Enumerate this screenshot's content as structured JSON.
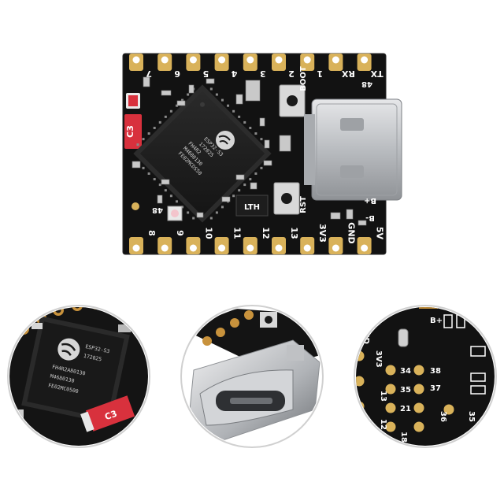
{
  "board": {
    "top_pins": [
      "7",
      "6",
      "5",
      "4",
      "3",
      "2",
      "1",
      "RX",
      "TX"
    ],
    "bottom_pins": [
      "8",
      "9",
      "10",
      "11",
      "12",
      "13",
      "3V3",
      "GND",
      "5V"
    ],
    "silk": {
      "boot": "BOOT",
      "rst": "RST",
      "c3": "C3",
      "pin48": "48",
      "pin48_right": "48",
      "b_plus": "B+",
      "b_minus": "B-"
    },
    "chip_text": [
      "ESP32-S3",
      "172025",
      "FH4R2",
      "M4680130",
      "FE02MCDS50"
    ],
    "regulator_text": "LTH"
  },
  "detail_left": {
    "chip_text": [
      "ESP32-S3",
      "172025",
      "FH4R2A80130",
      "M4680130",
      "FE02MC0500"
    ],
    "c3": "C3"
  },
  "detail_right": {
    "labels": [
      "GND",
      "3V3",
      "34",
      "38",
      "37",
      "36",
      "35",
      "13",
      "35",
      "12",
      "21",
      "18",
      "B+"
    ]
  },
  "colors": {
    "pcb": "#121212",
    "gold": "#d9b25a",
    "copper_ring": "#c8923c",
    "usb_metal": "#c7c9cc",
    "c3_red": "#d8313d"
  }
}
